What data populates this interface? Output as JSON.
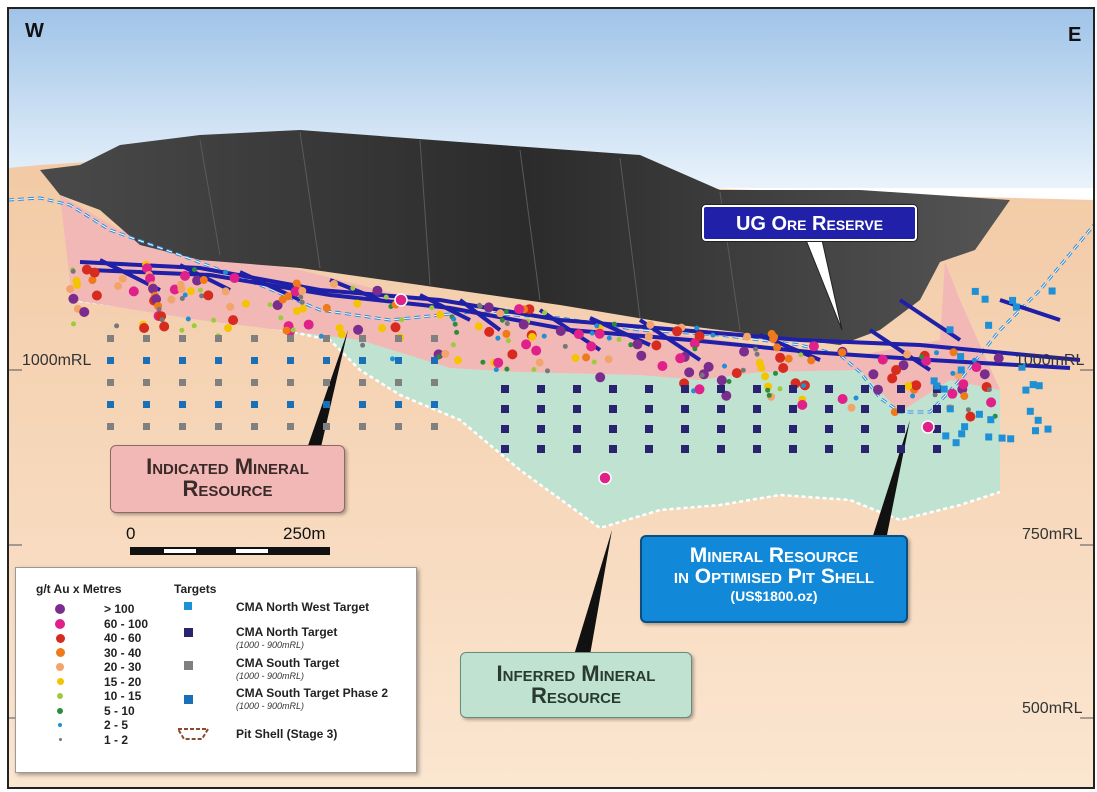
{
  "orientation": {
    "west": "W",
    "east": "E"
  },
  "rl_labels": {
    "left_1000": "1000mRL",
    "right_1000": "1000mRL",
    "right_750": "750mRL",
    "right_500": "500mRL"
  },
  "scale_bar": {
    "start": "0",
    "end": "250m"
  },
  "callouts": {
    "ug_reserve": "UG Ore Reserve",
    "indicated_line1": "Indicated Mineral",
    "indicated_line2": "Resource",
    "inferred_line1": "Inferred Mineral",
    "inferred_line2": "Resource",
    "pit_line1": "Mineral Resource",
    "pit_line2": "in Optimised Pit Shell",
    "pit_line3": "(US$1800.oz)"
  },
  "legend": {
    "grade_title": "g/t Au x Metres",
    "grades": [
      {
        "label": "> 100",
        "color": "#7b2d8e"
      },
      {
        "label": "60 - 100",
        "color": "#e0218a"
      },
      {
        "label": "40 - 60",
        "color": "#d62b1e"
      },
      {
        "label": "30 - 40",
        "color": "#ee7a1a"
      },
      {
        "label": "20 - 30",
        "color": "#f2a56b"
      },
      {
        "label": "15 - 20",
        "color": "#f5c400"
      },
      {
        "label": "10 - 15",
        "color": "#9ccc3c"
      },
      {
        "label": "5 - 10",
        "color": "#2e8b3a"
      },
      {
        "label": "2 - 5",
        "color": "#1e90d6"
      },
      {
        "label": "1 - 2",
        "color": "#777777"
      }
    ],
    "targets_title": "Targets",
    "targets": [
      {
        "label": "CMA North West Target",
        "sub": "",
        "color": "#1e90d6"
      },
      {
        "label": "CMA North Target",
        "sub": "(1000 - 900mRL)",
        "color": "#2a2370"
      },
      {
        "label": "CMA South Target",
        "sub": "(1000 - 900mRL)",
        "color": "#808080"
      },
      {
        "label": "CMA South Target Phase 2",
        "sub": "(1000 - 900mRL)",
        "color": "#1a70b8"
      }
    ],
    "pit_shell_label": "Pit Shell (Stage 3)"
  },
  "colors": {
    "indicated": "#f2b8b5",
    "inferred": "#bfe3d0",
    "ug_reserve": "#1f1fa8",
    "pit_callout": "#1188d8",
    "ground": "#f7d7b8",
    "pit_rock": "#3a3a3a"
  }
}
